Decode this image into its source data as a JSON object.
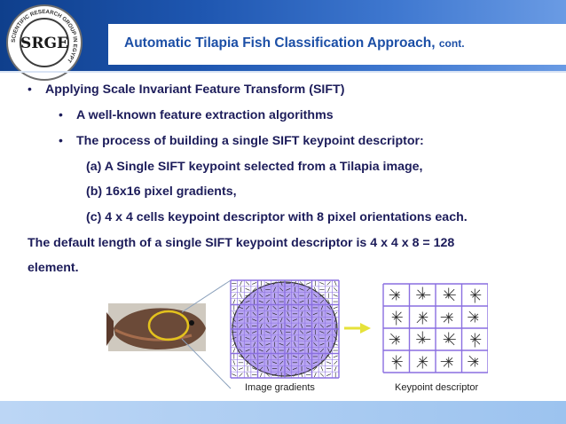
{
  "header": {
    "logo_text": "SRGE",
    "logo_ring_text": "SCIENTIFIC RESEARCH GROUP IN EGYPT",
    "title": "Automatic Tilapia Fish Classification Approach,",
    "title_suffix": "cont."
  },
  "content": {
    "bullet1": "Applying Scale Invariant Feature Transform (SIFT)",
    "sub1": "A well-known feature extraction algorithms",
    "sub2": "The process of building a single SIFT keypoint descriptor:",
    "step_a": "(a) A Single SIFT keypoint selected from a Tilapia image,",
    "step_b": "(b) 16x16 pixel gradients,",
    "step_c": "(c) 4 x 4 cells keypoint descriptor with 8 pixel orientations each.",
    "summary_line1": "The default length of a single SIFT keypoint descriptor is 4 x 4 x 8 = 128",
    "summary_line2": "element."
  },
  "figure": {
    "gradients_label": "Image gradients",
    "descriptor_label": "Keypoint descriptor",
    "colors": {
      "grid": "#8a6fe0",
      "circle_fill": "#b9a6f2",
      "circle_stroke": "#333333",
      "arrow": "#e6e23a",
      "highlight_ring": "#e3c21d"
    }
  }
}
